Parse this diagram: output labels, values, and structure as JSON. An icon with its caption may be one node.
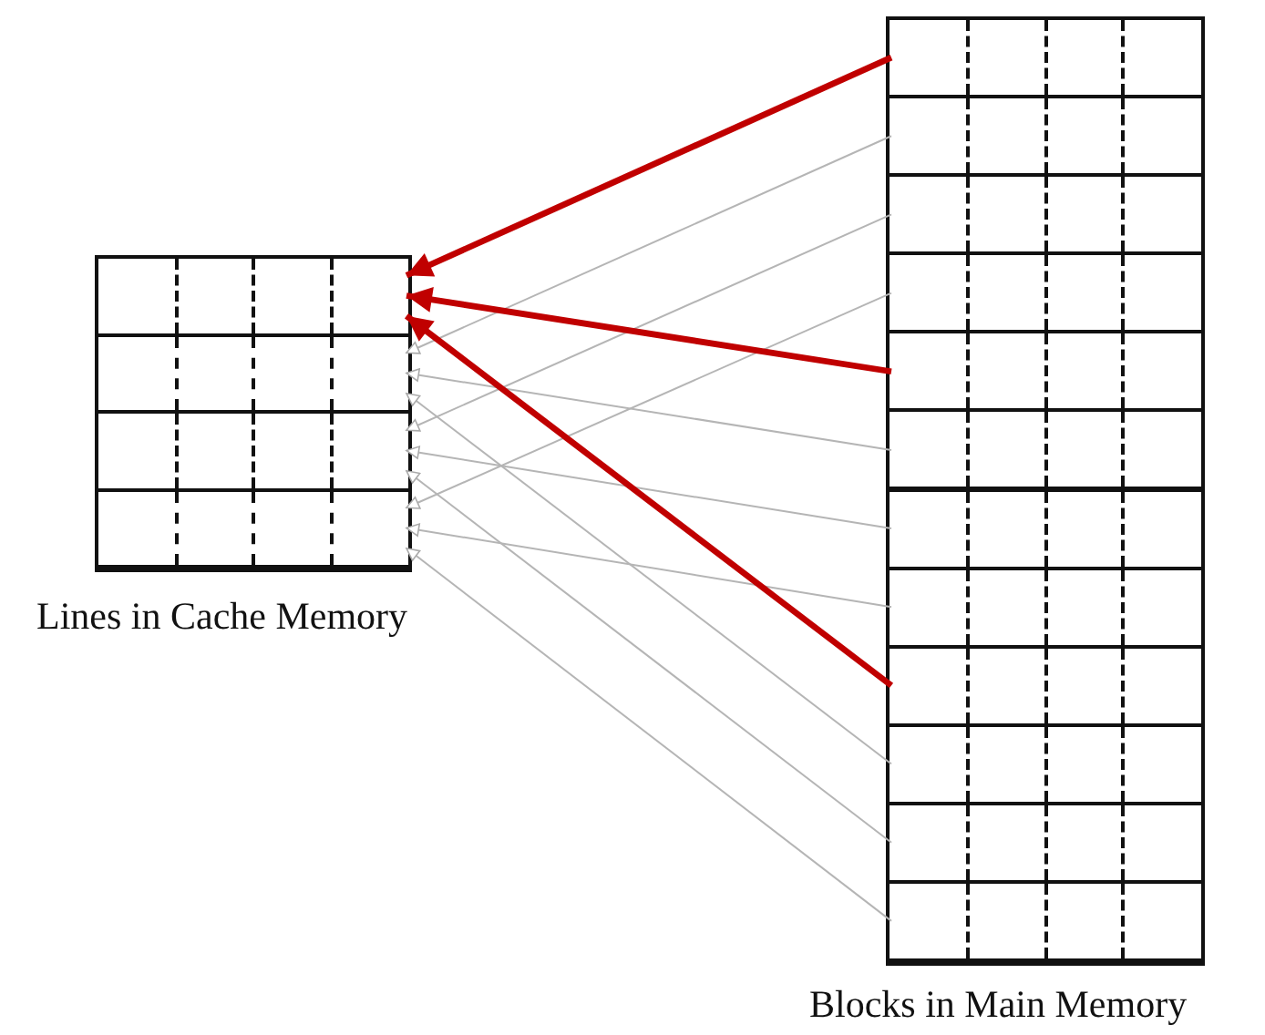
{
  "diagram": {
    "nodes": [
      {
        "text": [
          "Lines in Cache Memory"
        ]
      },
      {
        "text": [],
        "shape": "box",
        "in": 0
      },
      {
        "text": [],
        "shape": "box",
        "in": 0
      },
      {
        "text": [],
        "shape": "box",
        "in": 0
      },
      {
        "text": [],
        "shape": "box",
        "in": 0
      },
      {
        "text": [
          "Blocks in Main Memory"
        ]
      },
      {
        "text": [],
        "shape": "box",
        "in": 5
      },
      {
        "text": [],
        "shape": "box",
        "in": 5
      },
      {
        "text": [],
        "shape": "box",
        "in": 5
      },
      {
        "text": [],
        "shape": "box",
        "in": 5
      },
      {
        "text": [],
        "shape": "box",
        "in": 5
      },
      {
        "text": [],
        "shape": "box",
        "in": 5
      },
      {
        "text": [],
        "shape": "box",
        "in": 5
      },
      {
        "text": [],
        "shape": "box",
        "in": 5
      },
      {
        "text": [],
        "shape": "box",
        "in": 5
      },
      {
        "text": [],
        "shape": "box",
        "in": 5
      },
      {
        "text": [],
        "shape": "box",
        "in": 5
      },
      {
        "text": [],
        "shape": "box",
        "in": 5
      }
    ],
    "edges": [
      {
        "from": 6,
        "to": 1,
        "arrow": "to",
        "color": "#c00000",
        "style": "thick"
      },
      {
        "from": 7,
        "to": 2,
        "arrow": "to"
      },
      {
        "from": 8,
        "to": 3,
        "arrow": "to"
      },
      {
        "from": 9,
        "to": 4,
        "arrow": "to"
      },
      {
        "from": 10,
        "to": 1,
        "arrow": "to",
        "color": "#c00000",
        "style": "thick"
      },
      {
        "from": 11,
        "to": 2,
        "arrow": "to"
      },
      {
        "from": 12,
        "to": 3,
        "arrow": "to"
      },
      {
        "from": 13,
        "to": 4,
        "arrow": "to"
      },
      {
        "from": 14,
        "to": 1,
        "arrow": "to",
        "color": "#c00000",
        "style": "thick"
      },
      {
        "from": 15,
        "to": 2,
        "arrow": "to"
      },
      {
        "from": 16,
        "to": 3,
        "arrow": "to"
      },
      {
        "from": 17,
        "to": 4,
        "arrow": "to"
      }
    ]
  }
}
